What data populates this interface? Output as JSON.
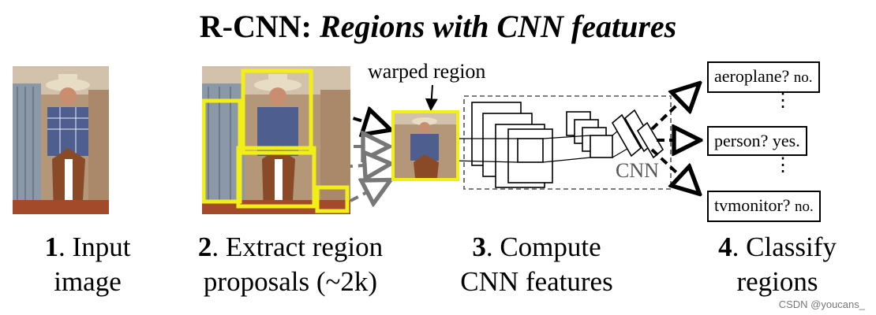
{
  "title": {
    "plain": "R-CNN:",
    "italic": "Regions with CNN features"
  },
  "steps": [
    {
      "num": "1",
      "line1": ". Input",
      "line2": "image"
    },
    {
      "num": "2",
      "line1": ". Extract region",
      "line2": "proposals (~2k)"
    },
    {
      "num": "3",
      "line1": ". Compute",
      "line2": "CNN features"
    },
    {
      "num": "4",
      "line1": ". Classify",
      "line2": "regions"
    }
  ],
  "labels": {
    "warped": "warped region",
    "cnn": "CNN"
  },
  "classes": [
    {
      "name": "aeroplane?",
      "answer": "no."
    },
    {
      "name": "person?",
      "answer": "yes."
    },
    {
      "name": "tvmonitor?",
      "answer": "no."
    }
  ],
  "watermark": "CSDN @youcans_",
  "colors": {
    "proposal": "#f2ee18",
    "dash_black": "#000000",
    "dash_gray": "#777777",
    "cnn_box": "#555555"
  }
}
